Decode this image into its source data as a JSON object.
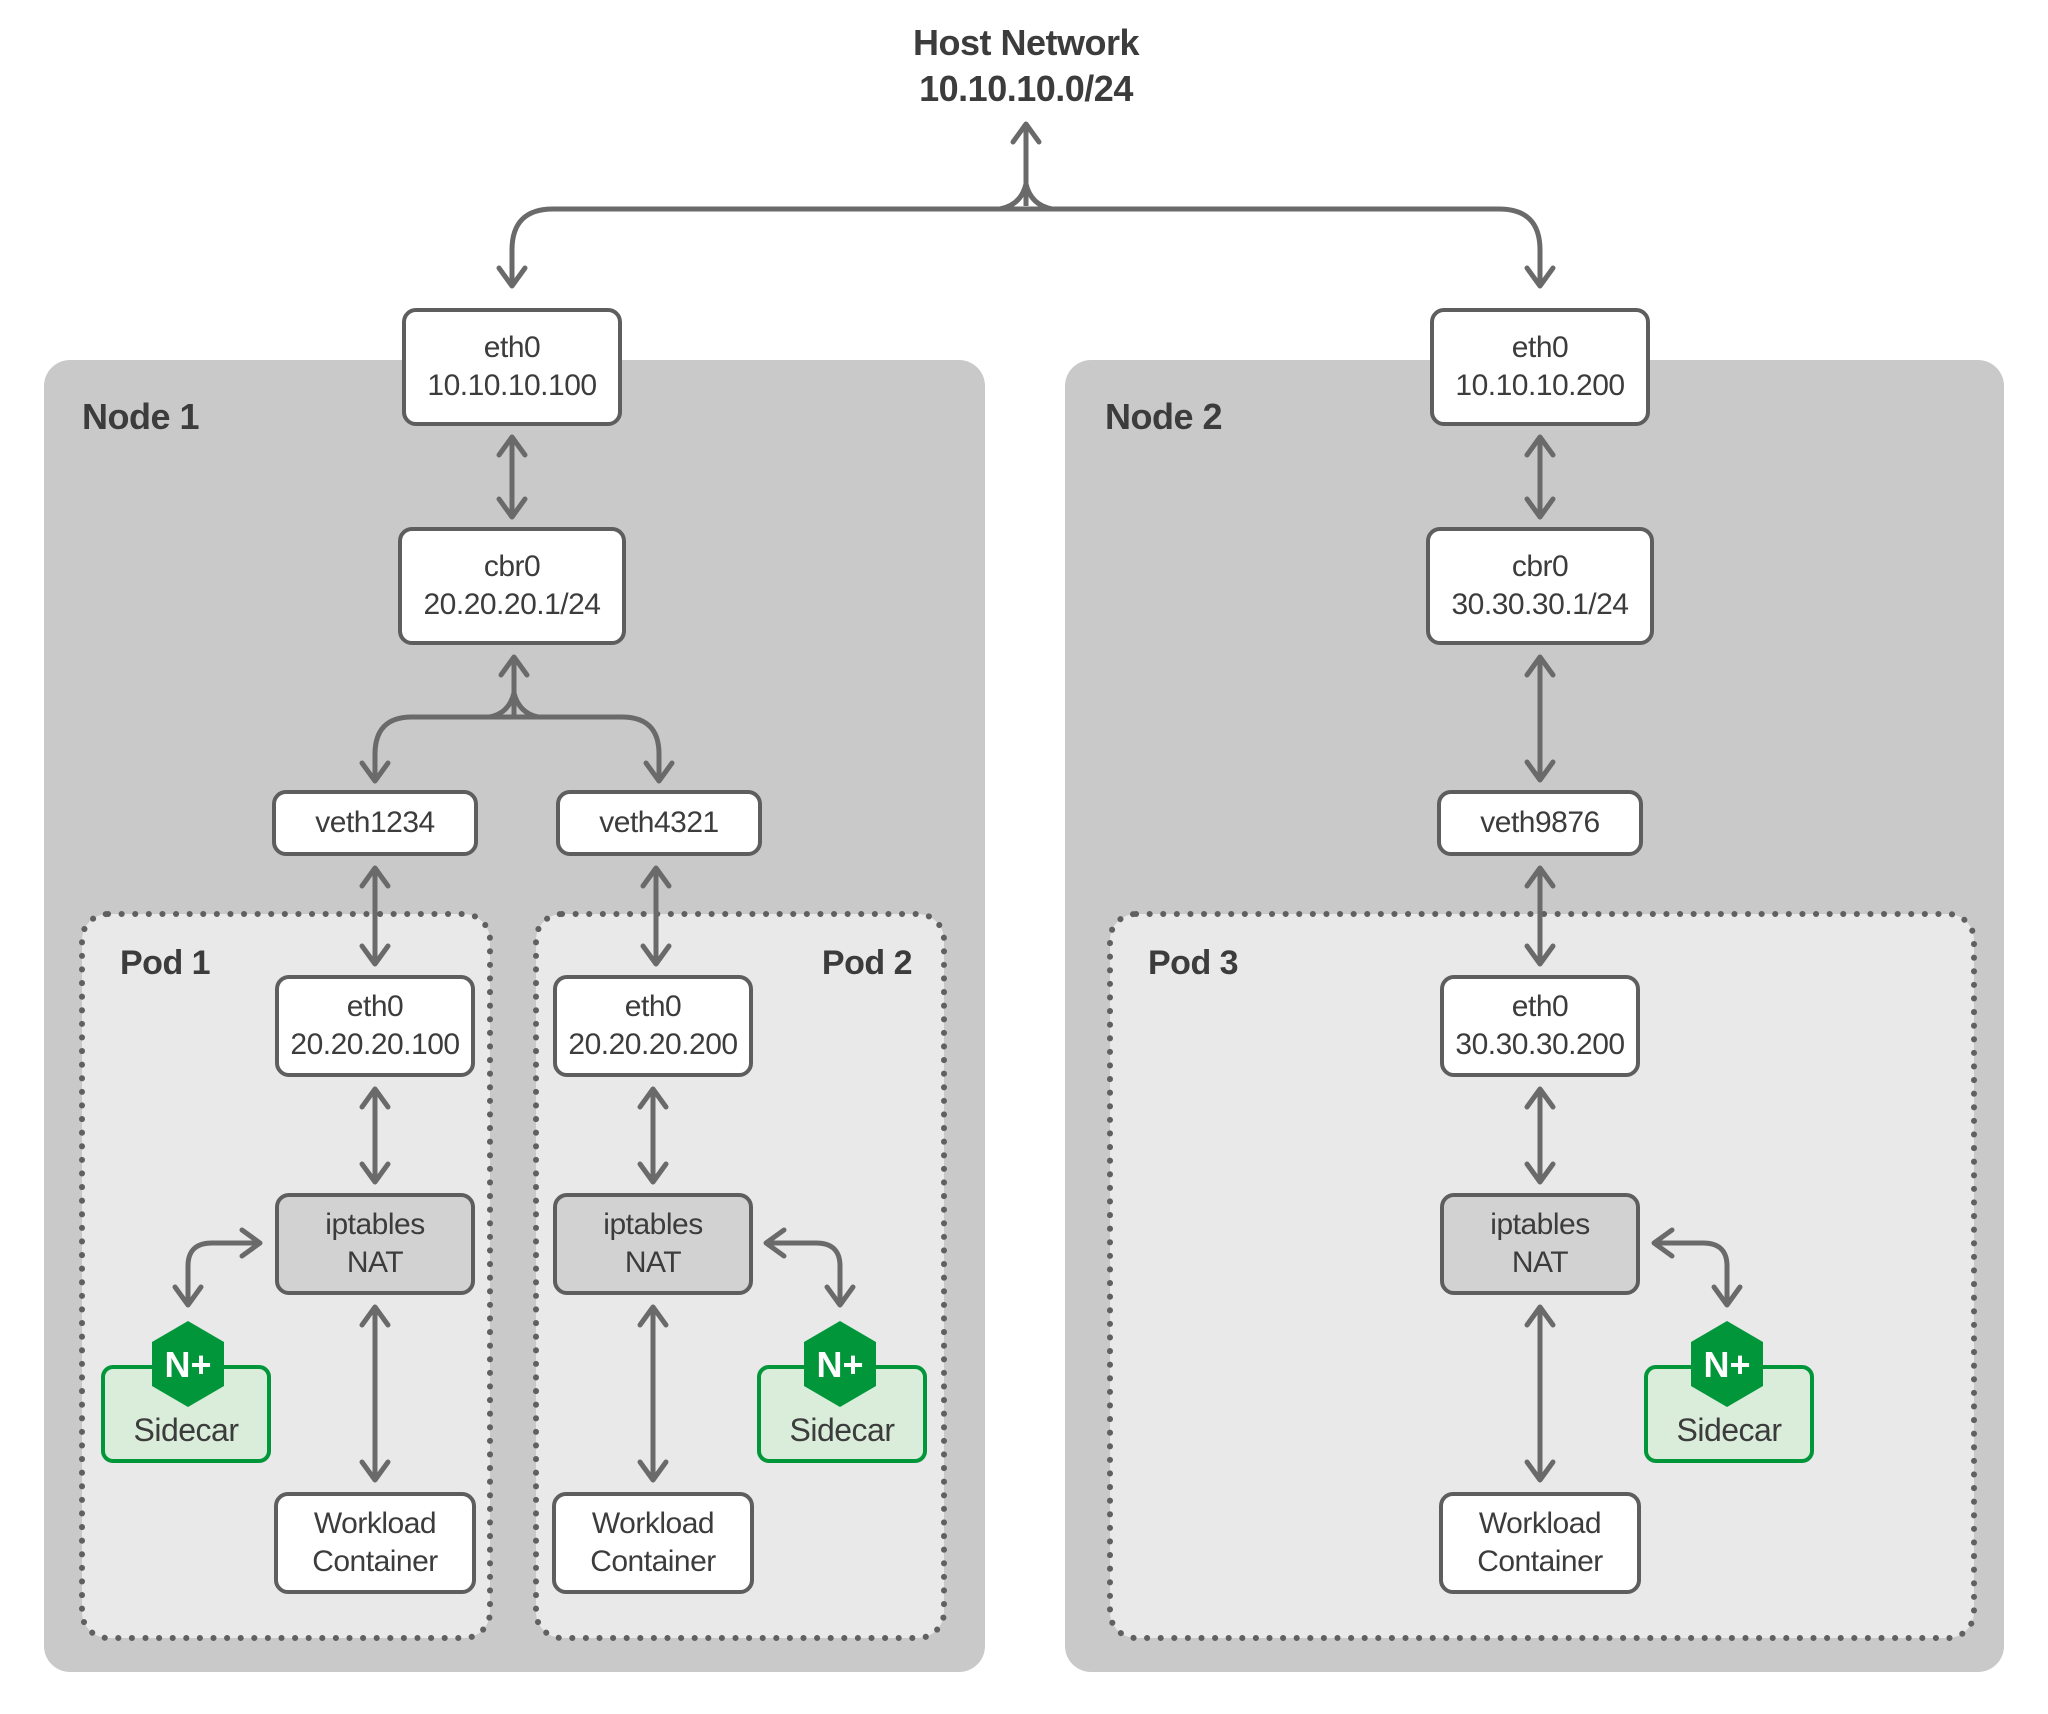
{
  "title": {
    "line1": "Host Network",
    "line2": "10.10.10.0/24"
  },
  "icons": {
    "nplus": "N+"
  },
  "node1": {
    "label": "Node 1",
    "eth0": {
      "line1": "eth0",
      "line2": "10.10.10.100"
    },
    "cbr0": {
      "line1": "cbr0",
      "line2": "20.20.20.1/24"
    },
    "veth1": {
      "label": "veth1234"
    },
    "veth2": {
      "label": "veth4321"
    }
  },
  "node2": {
    "label": "Node 2",
    "eth0": {
      "line1": "eth0",
      "line2": "10.10.10.200"
    },
    "cbr0": {
      "line1": "cbr0",
      "line2": "30.30.30.1/24"
    },
    "veth": {
      "label": "veth9876"
    }
  },
  "pod1": {
    "label": "Pod 1",
    "eth0": {
      "line1": "eth0",
      "line2": "20.20.20.100"
    },
    "nat": {
      "line1": "iptables",
      "line2": "NAT"
    },
    "sidecar": {
      "label": "Sidecar"
    },
    "workload": {
      "line1": "Workload",
      "line2": "Container"
    }
  },
  "pod2": {
    "label": "Pod 2",
    "eth0": {
      "line1": "eth0",
      "line2": "20.20.20.200"
    },
    "nat": {
      "line1": "iptables",
      "line2": "NAT"
    },
    "sidecar": {
      "label": "Sidecar"
    },
    "workload": {
      "line1": "Workload",
      "line2": "Container"
    }
  },
  "pod3": {
    "label": "Pod 3",
    "eth0": {
      "line1": "eth0",
      "line2": "30.30.30.200"
    },
    "nat": {
      "line1": "iptables",
      "line2": "NAT"
    },
    "sidecar": {
      "label": "Sidecar"
    },
    "workload": {
      "line1": "Workload",
      "line2": "Container"
    }
  },
  "colors": {
    "nginx_green": "#009639",
    "sidecar_fill": "#d9edda",
    "node_gray": "#c9c9c9",
    "pod_gray": "#e9e9e9",
    "nat_gray": "#d2d2d2",
    "arrow_gray": "#6a6a6a",
    "text": "#3c3c3c"
  }
}
